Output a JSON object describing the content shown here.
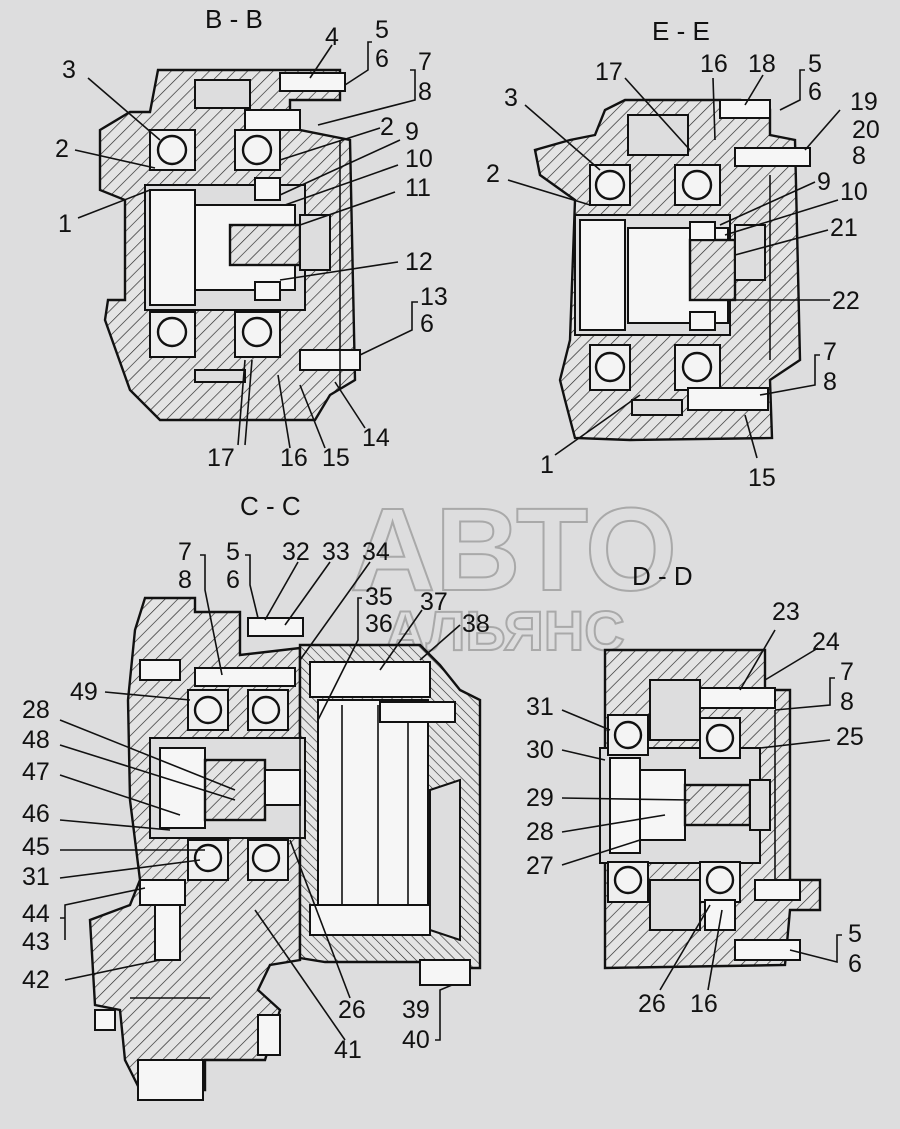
{
  "watermark": {
    "line1": "АВТО",
    "line2": "АЛЬЯНС"
  },
  "views": [
    {
      "id": "B-B",
      "title": "B - B",
      "callouts": [
        "1",
        "2",
        "3",
        "4",
        "5",
        "6",
        "7",
        "8",
        "2",
        "9",
        "10",
        "11",
        "12",
        "13",
        "6",
        "14",
        "15",
        "16",
        "17"
      ]
    },
    {
      "id": "E-E",
      "title": "E - E",
      "callouts": [
        "3",
        "2",
        "1",
        "17",
        "16",
        "18",
        "5",
        "6",
        "19",
        "20",
        "8",
        "9",
        "10",
        "21",
        "22",
        "7",
        "8",
        "15"
      ]
    },
    {
      "id": "C-C",
      "title": "C - C",
      "callouts": [
        "7",
        "8",
        "5",
        "6",
        "32",
        "33",
        "34",
        "35",
        "36",
        "37",
        "38",
        "49",
        "28",
        "48",
        "47",
        "46",
        "45",
        "31",
        "44",
        "43",
        "42",
        "26",
        "41",
        "39",
        "40"
      ]
    },
    {
      "id": "D-D",
      "title": "D - D",
      "callouts": [
        "23",
        "24",
        "7",
        "8",
        "31",
        "30",
        "25",
        "29",
        "28",
        "27",
        "26",
        "16",
        "5",
        "6"
      ]
    }
  ]
}
